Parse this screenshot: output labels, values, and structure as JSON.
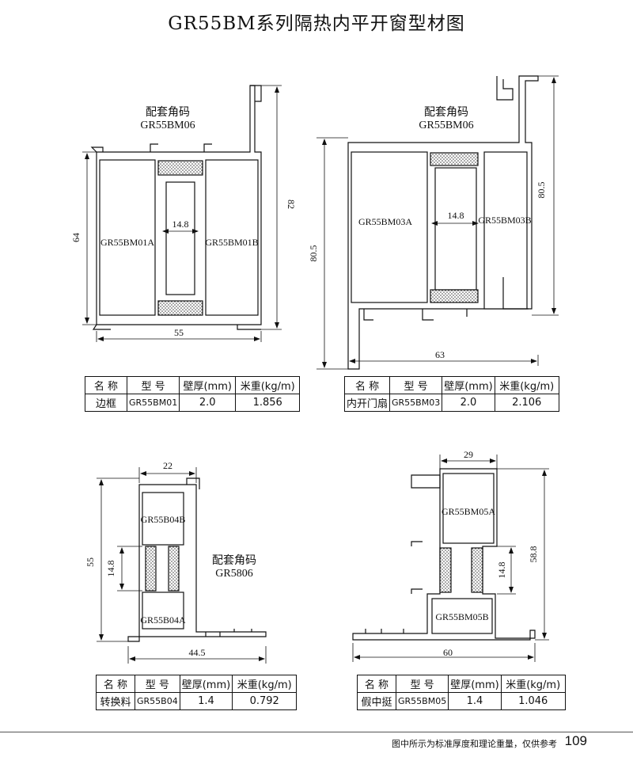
{
  "page_title": "GR55BM系列隔热内平开窗型材图",
  "table_headers": [
    "名 称",
    "型 号",
    "壁厚(mm)",
    "米重(kg/m)"
  ],
  "profiles": [
    {
      "accessory_label": "配套角码",
      "accessory_code": "GR55BM06",
      "parts": [
        "GR55BM01A",
        "GR55BM01B"
      ],
      "dimensions": [
        "64",
        "82",
        "55",
        "14.8"
      ],
      "spec": {
        "name": "边框",
        "model": "GR55BM01",
        "thickness": "2.0",
        "weight": "1.856"
      }
    },
    {
      "accessory_label": "配套角码",
      "accessory_code": "GR55BM06",
      "parts": [
        "GR55BM03A",
        "GR55BM03B"
      ],
      "dimensions": [
        "80.5",
        "80.5",
        "63",
        "14.8"
      ],
      "spec": {
        "name": "内开门扇",
        "model": "GR55BM03",
        "thickness": "2.0",
        "weight": "2.106"
      }
    },
    {
      "accessory_label": "配套角码",
      "accessory_code": "GR5806",
      "parts": [
        "GR55B04B",
        "GR55B04A"
      ],
      "dimensions": [
        "22",
        "55",
        "14.8",
        "44.5"
      ],
      "spec": {
        "name": "转换料",
        "model": "GR55B04",
        "thickness": "1.4",
        "weight": "0.792"
      }
    },
    {
      "parts": [
        "GR55BM05A",
        "GR55BM05B"
      ],
      "dimensions": [
        "29",
        "58.8",
        "14.8",
        "60"
      ],
      "spec": {
        "name": "假中挺",
        "model": "GR55BM05",
        "thickness": "1.4",
        "weight": "1.046"
      }
    }
  ],
  "footer": {
    "note": "图中所示为标准厚度和理论重量，仅供参考",
    "page_number": "109"
  }
}
